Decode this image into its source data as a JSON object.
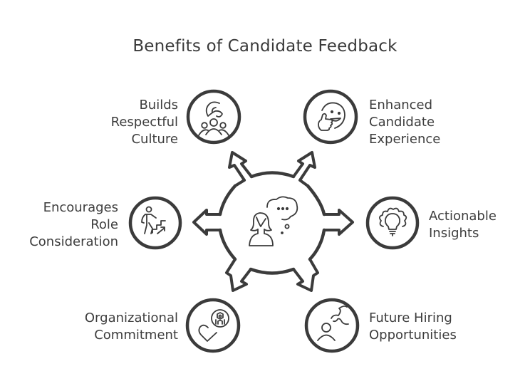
{
  "title": "Benefits of Candidate Feedback",
  "colors": {
    "stroke": "#3b3b3b",
    "text": "#3d3d3d",
    "background": "#ffffff"
  },
  "center": {
    "icon": "woman-thinking-speech-bubble-icon"
  },
  "benefits": [
    {
      "id": "builds-respectful-culture",
      "lines": [
        "Builds",
        "Respectful",
        "Culture"
      ],
      "icon": "hand-over-team-icon",
      "position": "top-left"
    },
    {
      "id": "enhanced-candidate-experience",
      "lines": [
        "Enhanced",
        "Candidate",
        "Experience"
      ],
      "icon": "smiley-thumbs-up-icon",
      "position": "top-right"
    },
    {
      "id": "encourages-role-consideration",
      "lines": [
        "Encourages",
        "Role",
        "Consideration"
      ],
      "icon": "person-climbing-stairs-icon",
      "position": "middle-left"
    },
    {
      "id": "actionable-insights",
      "lines": [
        "Actionable",
        "Insights"
      ],
      "icon": "lightbulb-gear-icon",
      "position": "middle-right"
    },
    {
      "id": "organizational-commitment",
      "lines": [
        "Organizational",
        "Commitment"
      ],
      "icon": "heart-with-support-badge-icon",
      "position": "bottom-left"
    },
    {
      "id": "future-hiring-opportunities",
      "lines": [
        "Future Hiring",
        "Opportunities"
      ],
      "icon": "person-with-path-icon",
      "position": "bottom-right"
    }
  ]
}
